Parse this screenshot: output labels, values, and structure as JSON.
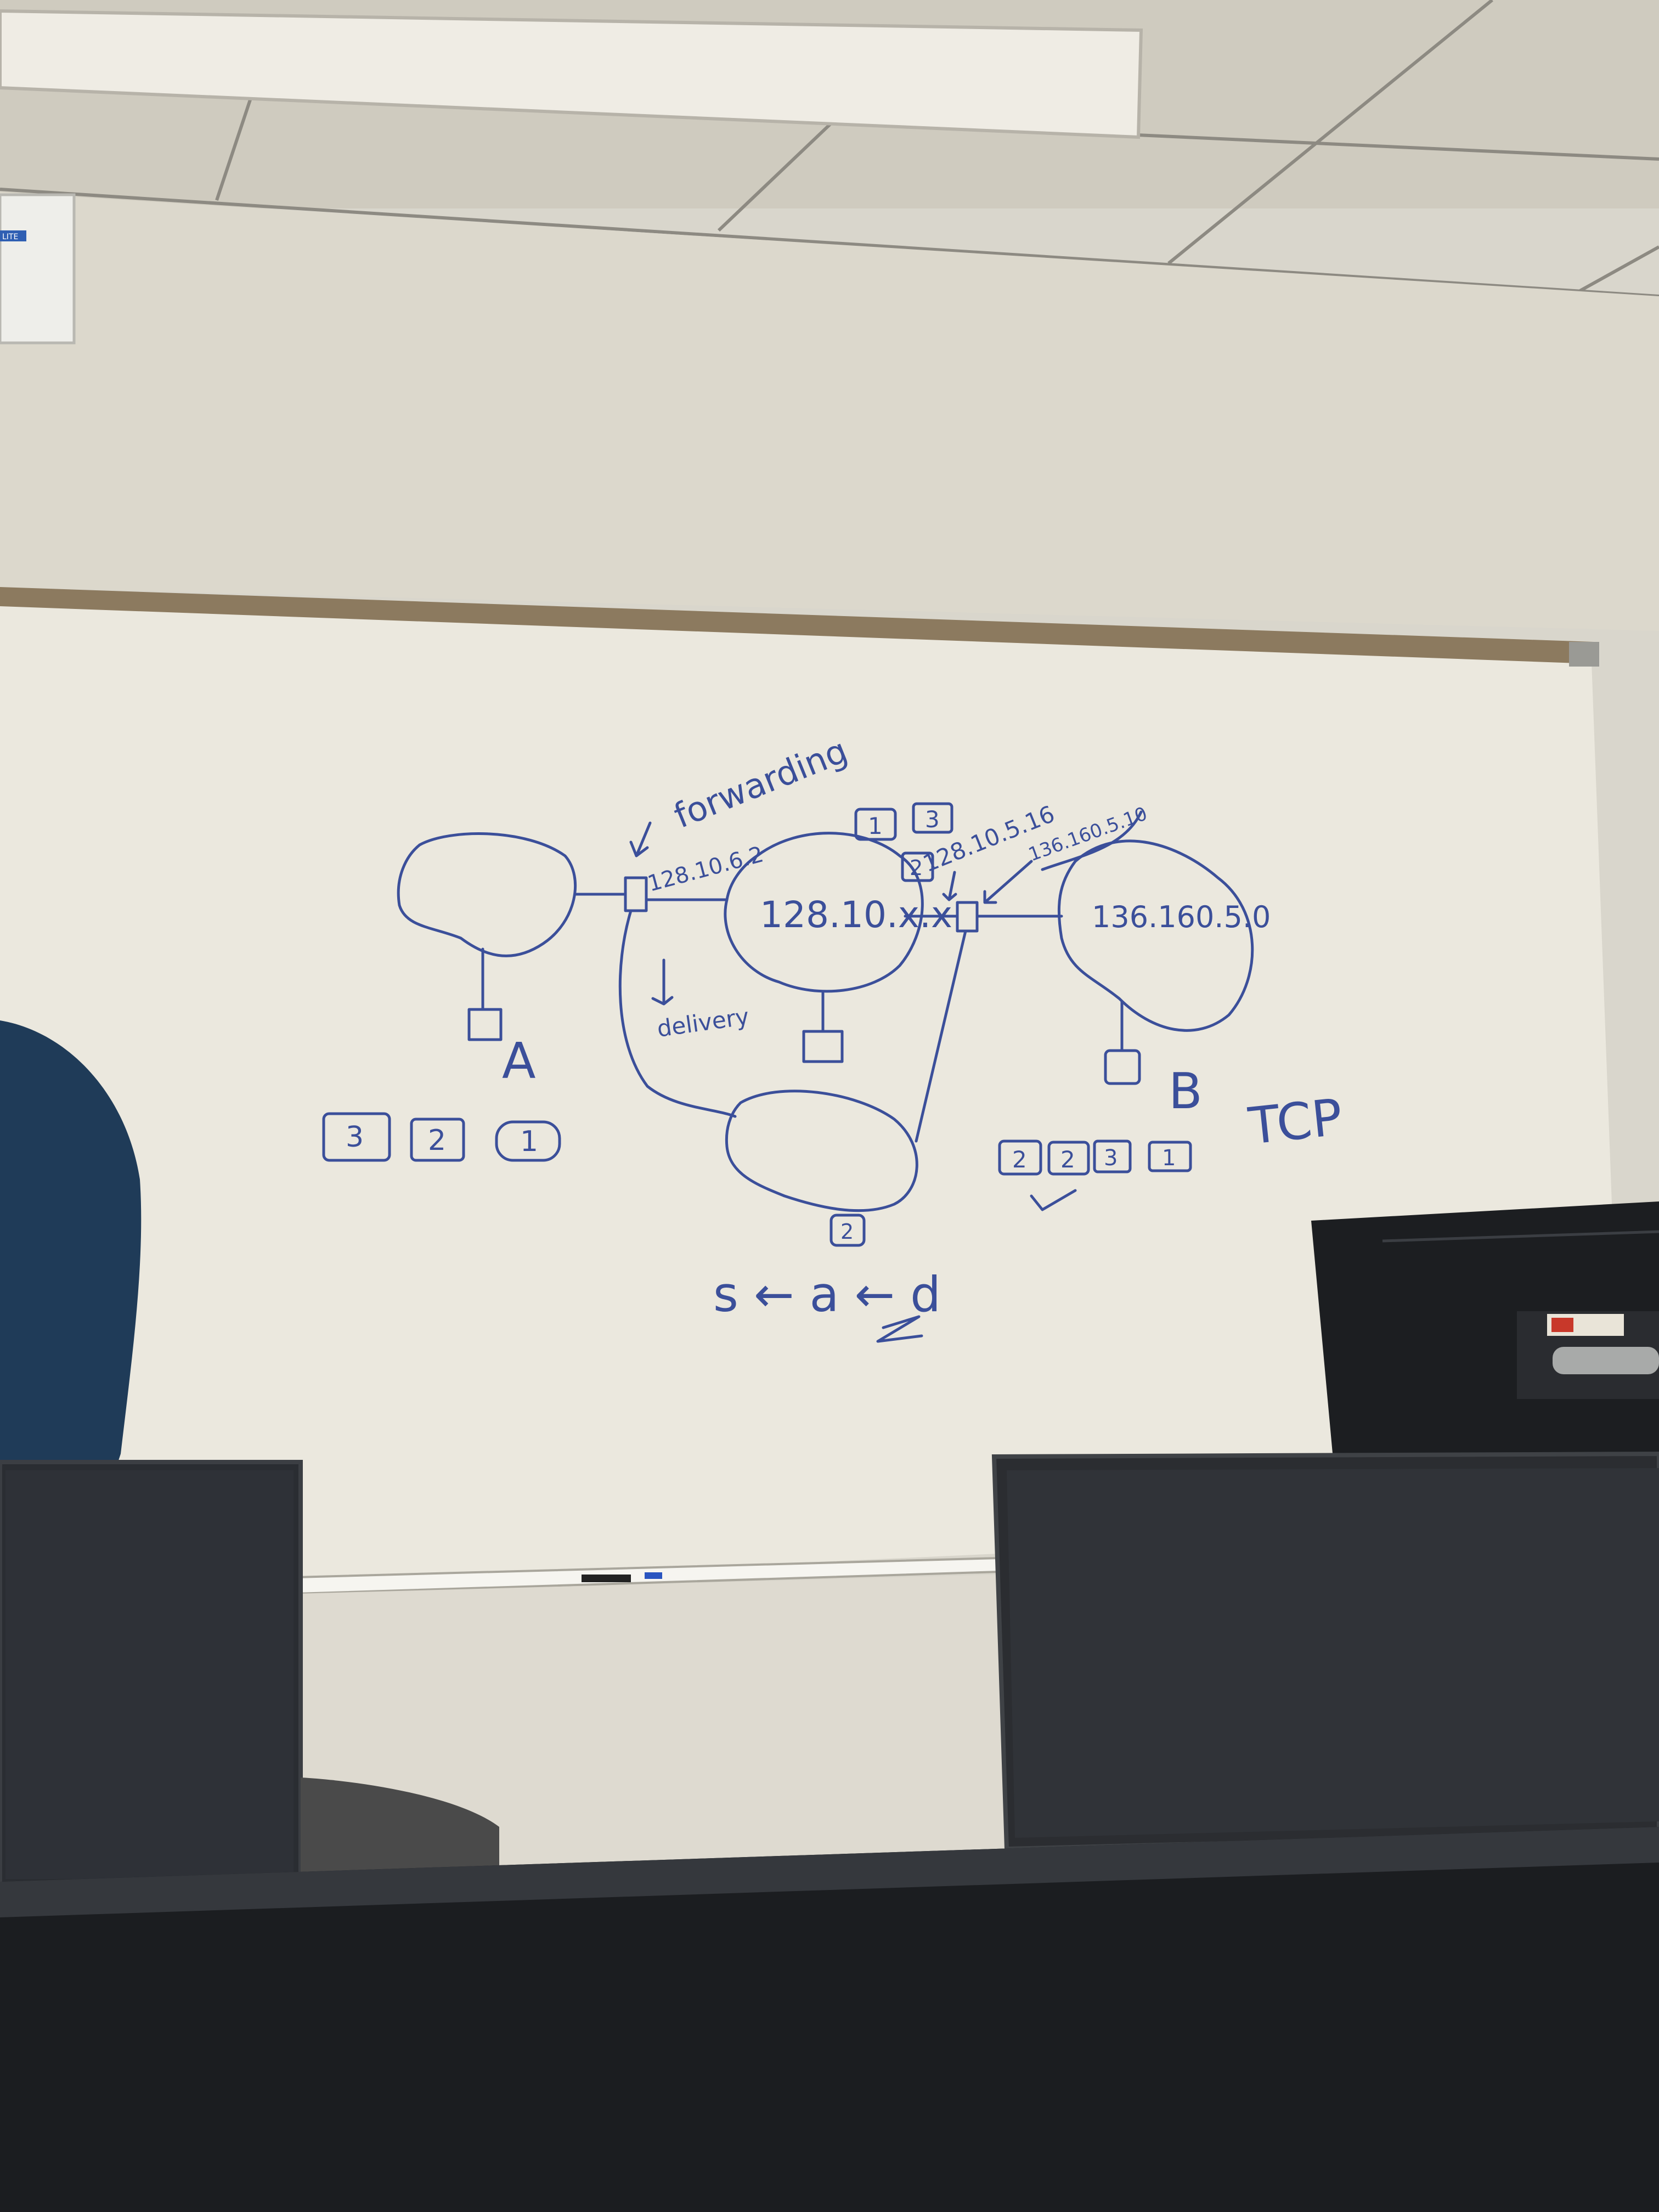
{
  "photo": {
    "subject": "classroom whiteboard network diagram",
    "colors": {
      "marker": "#3b4f9a",
      "board": "#ece9df",
      "wall": "#d7d3c6",
      "ceiling": "#cfcbc0",
      "monitor": "#1e2124",
      "monitor_screen": "#2b2e33",
      "shirt": "#1f3b58"
    }
  },
  "whiteboard": {
    "labels": {
      "forwarding": "forwarding",
      "delivery": "delivery",
      "host_a": "A",
      "host_b": "B",
      "tcp": "TCP",
      "sad": "s ← a ← d"
    },
    "addresses": {
      "router1_ip": "128.10.6.2",
      "router2_ip": "128.10.5.16",
      "router2_ip_b": "136.160.5.10",
      "network_mid": "128.10.x.x",
      "network_right": "136.160.5.0"
    },
    "packets": {
      "host_a_queue": [
        "3",
        "2",
        "1"
      ],
      "top_packets": [
        "1",
        "3"
      ],
      "top_packet_left": "2",
      "host_b_queue": [
        "2",
        "2",
        "3",
        "1"
      ],
      "bottom_packet": "2"
    }
  },
  "ceiling_unit": {
    "label": "LITE"
  }
}
